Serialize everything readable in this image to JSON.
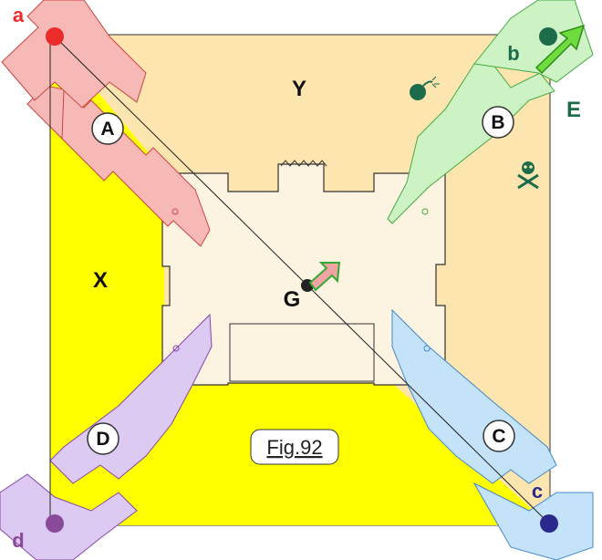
{
  "figure": {
    "caption": "Fig.92",
    "region_labels": {
      "x": "X",
      "y": "Y"
    },
    "arm_labels": {
      "a": "A",
      "b": "B",
      "c": "C",
      "d": "D"
    },
    "corner_labels": {
      "a": "a",
      "b": "b",
      "c": "c",
      "d": "d"
    },
    "centroid_label": "G",
    "side_label": "E",
    "icons": [
      "bomb-icon",
      "skull-crossbones-icon",
      "arrow-icon"
    ]
  },
  "colors": {
    "region_x": "#ffff00",
    "region_y": "#fde5b0",
    "center": "#fdf3e1",
    "arm_a": "#f6b9b5",
    "arm_b": "#cdf2c4",
    "arm_c": "#c5e3f8",
    "arm_d": "#dccaf3",
    "corner_a": "#ec2b2b",
    "corner_b": "#1c6b4a",
    "corner_c": "#2b2a8c",
    "corner_d": "#8a4a9a",
    "label_e": "#1c6b4a"
  }
}
